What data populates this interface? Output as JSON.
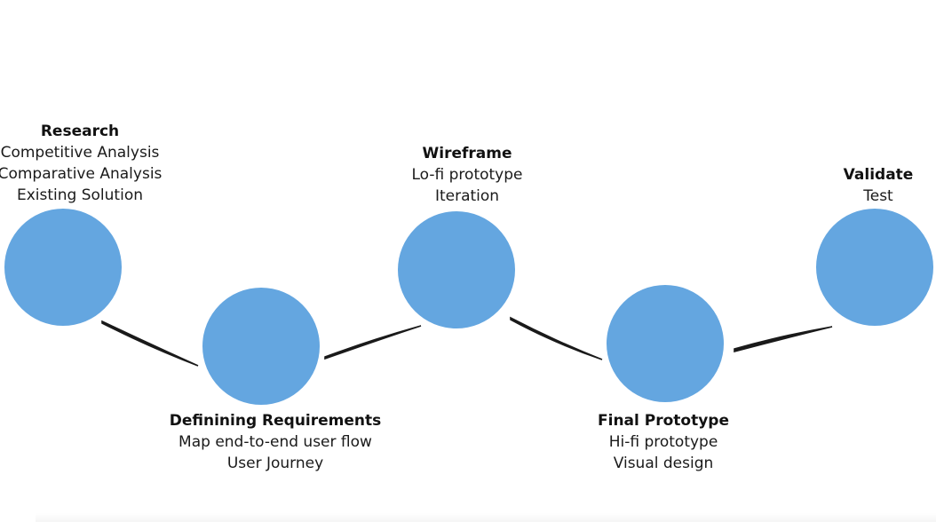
{
  "colors": {
    "node_fill": "#64a6e0",
    "connector": "#1a1a1a",
    "text": "#111111"
  },
  "stages": [
    {
      "title": "Research",
      "lines": [
        "Competitive Analysis",
        "Comparative Analysis",
        "Existing Solution"
      ]
    },
    {
      "title": "Definining Requirements",
      "lines": [
        "Map end-to-end user flow",
        "User Journey"
      ]
    },
    {
      "title": "Wireframe",
      "lines": [
        "Lo-fi prototype",
        "Iteration"
      ]
    },
    {
      "title": "Final Prototype",
      "lines": [
        "Hi-fi prototype",
        "Visual design"
      ]
    },
    {
      "title": "Validate",
      "lines": [
        "Test"
      ]
    }
  ]
}
